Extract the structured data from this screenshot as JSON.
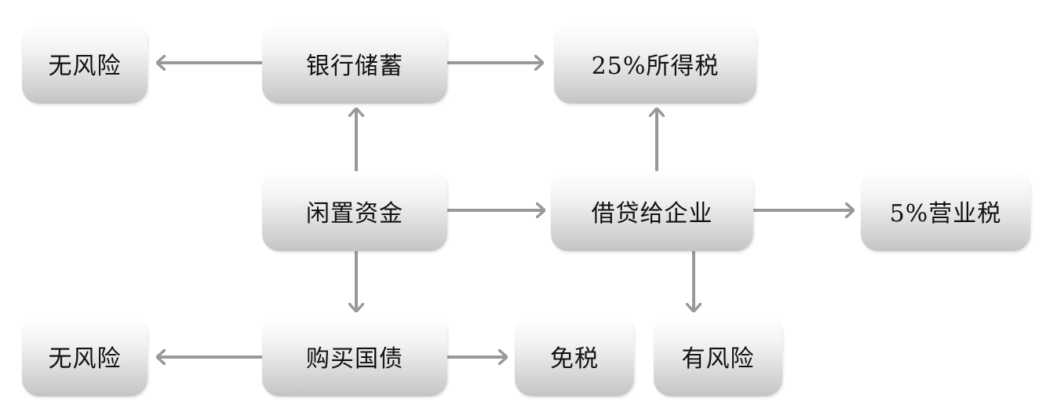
{
  "nodes": {
    "no_risk_top": "无风险",
    "bank_savings": "银行储蓄",
    "income_tax_25": "25%所得税",
    "idle_funds": "闲置资金",
    "lend_to_enterprise": "借贷给企业",
    "business_tax_5": "5%营业税",
    "no_risk_bottom": "无风险",
    "buy_treasury_bonds": "购买国债",
    "tax_exempt": "免税",
    "has_risk": "有风险"
  },
  "colors": {
    "arrow": "#999999",
    "text": "#111111"
  }
}
